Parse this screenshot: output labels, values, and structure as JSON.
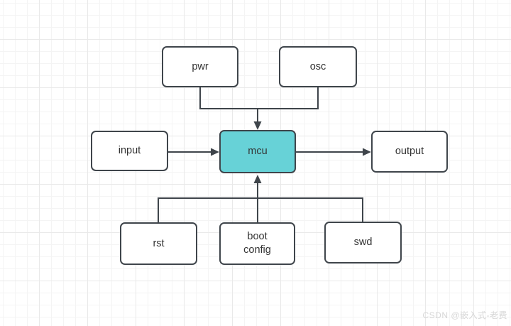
{
  "canvas": {
    "background": "#ffffff",
    "grid_minor_color": "#f4f4f4",
    "grid_major_color": "#e9e9e9"
  },
  "colors": {
    "stroke": "#3f454b",
    "node_border": "#3f454b",
    "node_fill": "#ffffff",
    "mcu_fill": "#67d2d7",
    "text": "#333333",
    "watermark": "#d6d6d6"
  },
  "nodes": {
    "pwr": {
      "label": "pwr"
    },
    "osc": {
      "label": "osc"
    },
    "input": {
      "label": "input"
    },
    "mcu": {
      "label": "mcu"
    },
    "output": {
      "label": "output"
    },
    "rst": {
      "label": "rst"
    },
    "boot": {
      "label": "boot\nconfig"
    },
    "swd": {
      "label": "swd"
    }
  },
  "edges": [
    {
      "from": "pwr",
      "to": "mcu",
      "arrow": "into-mcu-top"
    },
    {
      "from": "osc",
      "to": "mcu",
      "arrow": "into-mcu-top"
    },
    {
      "from": "input",
      "to": "mcu",
      "arrow": "into-mcu-left"
    },
    {
      "from": "mcu",
      "to": "output",
      "arrow": "into-output-left"
    },
    {
      "from": "rst",
      "to": "mcu",
      "arrow": "into-mcu-bottom"
    },
    {
      "from": "boot",
      "to": "mcu",
      "arrow": "into-mcu-bottom"
    },
    {
      "from": "swd",
      "to": "mcu",
      "arrow": "into-mcu-bottom"
    }
  ],
  "watermark": {
    "text": "CSDN @嵌入式-老费"
  }
}
